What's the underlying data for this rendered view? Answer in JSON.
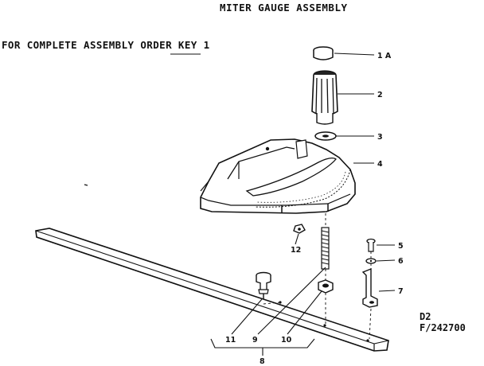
{
  "header": {
    "title": "MITER GAUGE ASSEMBLY",
    "order_note": "FOR COMPLETE ASSEMBLY ORDER KEY 1"
  },
  "drawing_codes": {
    "code_top": "D2",
    "code_bottom": "F/242700"
  },
  "callouts": {
    "part_1a": "1 A",
    "part_2": "2",
    "part_3": "3",
    "part_4": "4",
    "part_5": "5",
    "part_6": "6",
    "part_7": "7",
    "part_8": "8",
    "part_9": "9",
    "part_10": "10",
    "part_11": "11",
    "part_12": "12"
  }
}
